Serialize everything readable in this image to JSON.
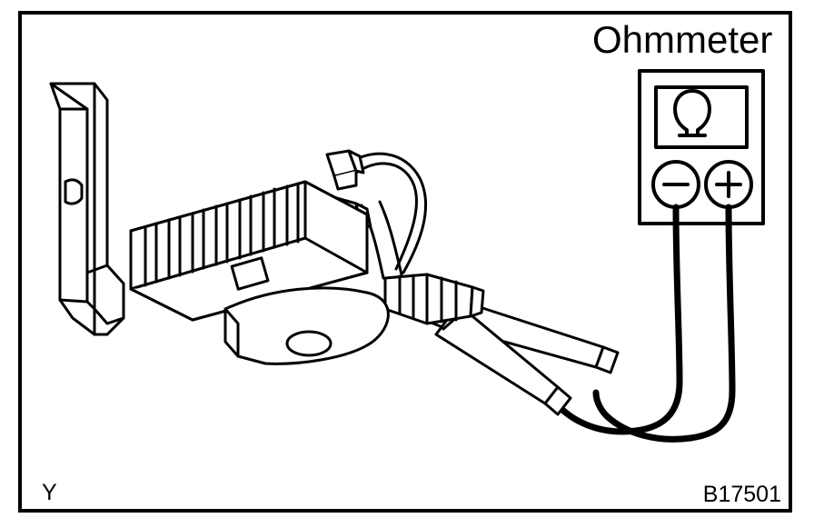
{
  "figure": {
    "title": "Ohmmeter",
    "corner_label": "Y",
    "code": "B17501",
    "meter": {
      "display_symbol": "Ω",
      "negative_terminal": "−",
      "positive_terminal": "+"
    },
    "colors": {
      "line": "#000000",
      "background": "#ffffff"
    }
  },
  "diagram": {
    "type": "line-art",
    "subject": "voltage regulator with connector and ohmmeter probes",
    "components": [
      "bracket",
      "finned regulator body",
      "wire harness",
      "connector",
      "test probes",
      "ohmmeter"
    ]
  }
}
